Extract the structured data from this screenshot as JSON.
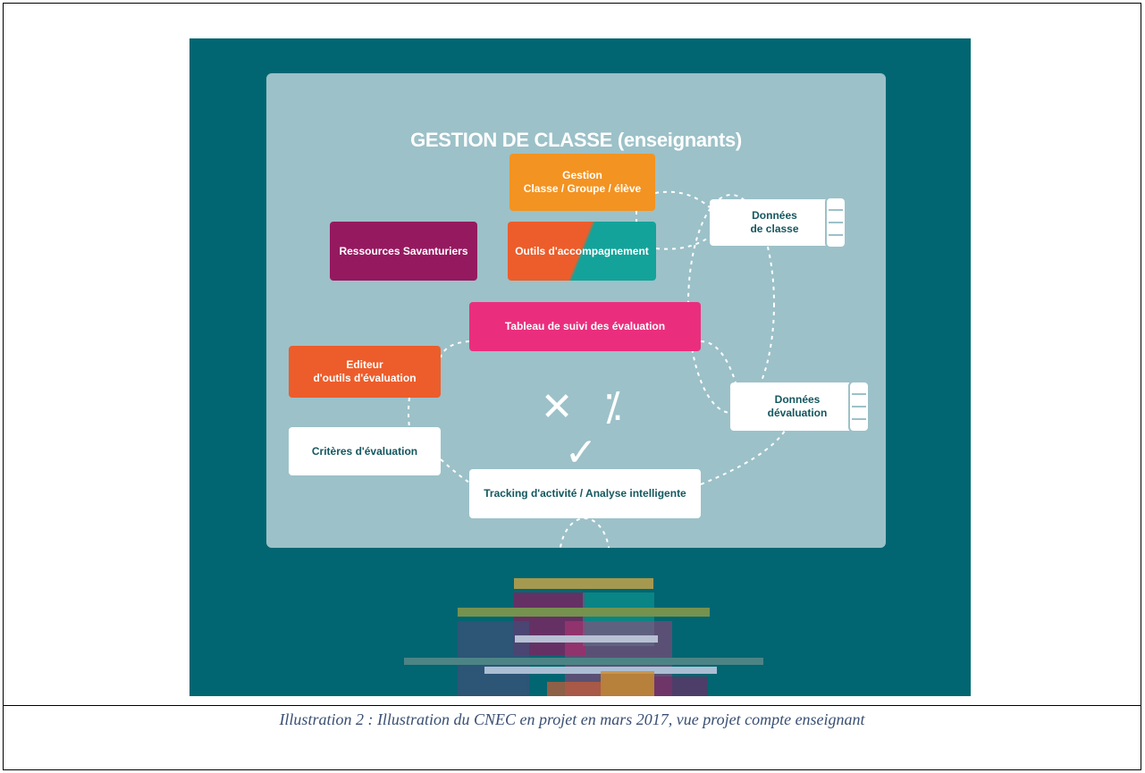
{
  "diagram": {
    "title": {
      "main": "GESTION DE CLASSE",
      "sub": "(enseignants)"
    },
    "nodes": {
      "gestion": {
        "line1": "Gestion",
        "line2": "Classe / Groupe / élève"
      },
      "outils": {
        "label": "Outils d'accompagnement"
      },
      "ressources": {
        "label": "Ressources Savanturiers"
      },
      "tableau": {
        "label": "Tableau de suivi des évaluation"
      },
      "editeur": {
        "line1": "Editeur",
        "line2": "d'outils d'évaluation"
      },
      "criteres": {
        "label": "Critères d'évaluation"
      },
      "tracking": {
        "label": "Tracking d'activité / Analyse intelligente"
      },
      "donnees_classe": {
        "line1": "Données",
        "line2": "de classe"
      },
      "donnees_eval": {
        "line1": "Données",
        "line2": "dévaluation"
      }
    },
    "symbols": "✕ ⁒ ✓",
    "colors": {
      "background": "#016671",
      "panel": "#9cc1c8",
      "orange": "#f39322",
      "red_orange": "#ec5d2b",
      "teal": "#13a39a",
      "plum": "#95195f",
      "pink": "#ea2e7d",
      "dark_text": "#14575f"
    },
    "icons": [
      "database-icon",
      "database-icon"
    ]
  },
  "caption": "Illustration 2 : Illustration du CNEC en projet en mars 2017, vue projet compte enseignant"
}
